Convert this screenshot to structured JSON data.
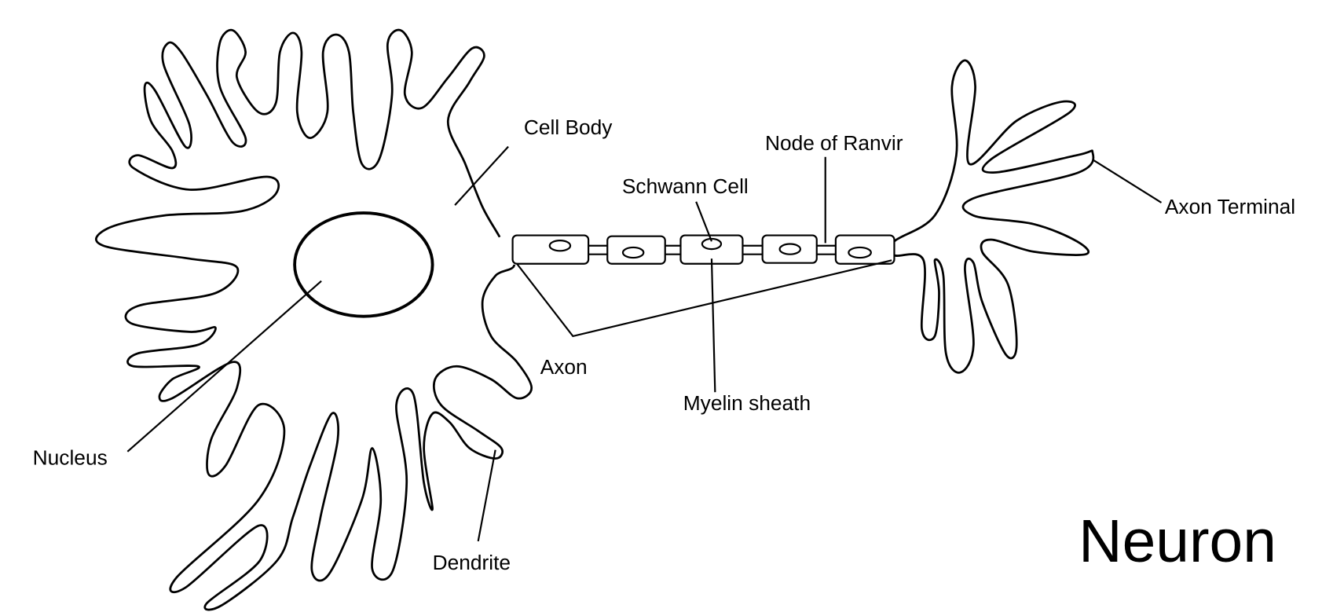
{
  "title": "Neuron",
  "labels": {
    "cell_body": "Cell Body",
    "node_of_ranvier": "Node of Ranvir",
    "schwann_cell": "Schwann Cell",
    "axon_terminal": "Axon Terminal",
    "axon": "Axon",
    "myelin_sheath": "Myelin sheath",
    "nucleus": "Nucleus",
    "dendrite": "Dendrite"
  },
  "colors": {
    "stroke": "#000000",
    "background": "#ffffff"
  }
}
